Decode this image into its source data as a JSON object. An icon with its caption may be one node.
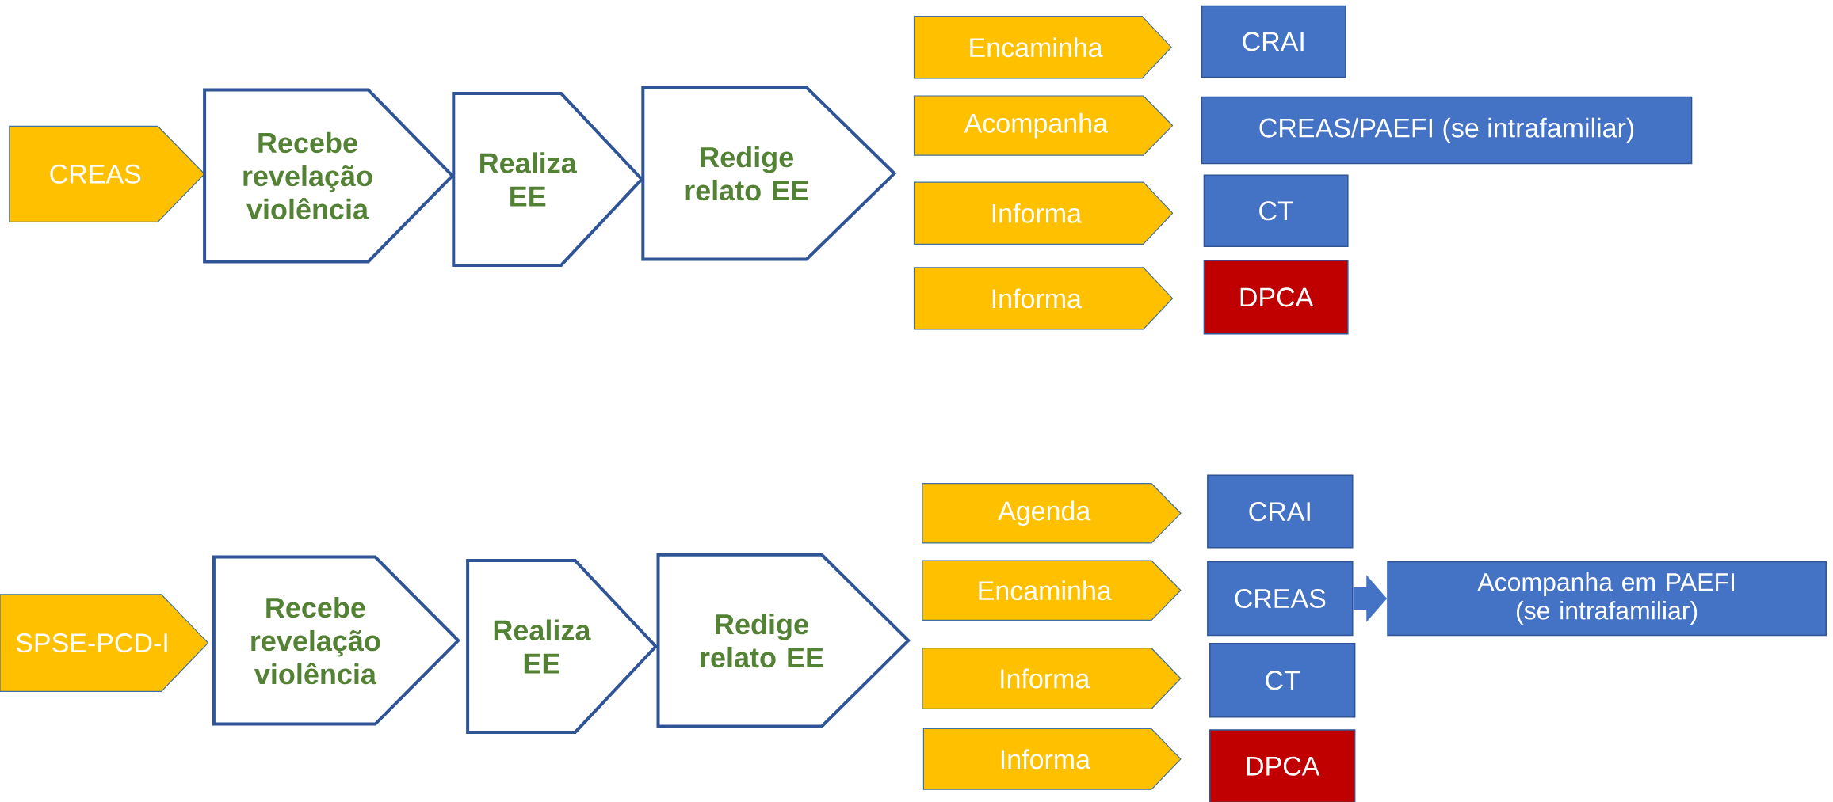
{
  "diagram": {
    "nodes": [
      {
        "text": [
          "CREAS"
        ]
      },
      {
        "text": [
          "Recebe revelação violência"
        ]
      },
      {
        "text": [
          "Realiza EE"
        ]
      },
      {
        "text": [
          "Redige relato EE"
        ]
      },
      {
        "text": [
          "Encaminha"
        ]
      },
      {
        "text": [
          "CRAI"
        ]
      },
      {
        "text": [
          "Acompanha"
        ]
      },
      {
        "text": [
          "CREAS/PAEFI (se intrafamiliar)"
        ]
      },
      {
        "text": [
          "Informa"
        ]
      },
      {
        "text": [
          "CT"
        ]
      },
      {
        "text": [
          "Informa"
        ]
      },
      {
        "text": [
          "DPCA"
        ]
      },
      {
        "text": [
          "SPSE-PCD-I"
        ]
      },
      {
        "text": [
          "Recebe revelação violência"
        ]
      },
      {
        "text": [
          "Realiza EE"
        ]
      },
      {
        "text": [
          "Redige relato EE"
        ]
      },
      {
        "text": [
          "Agenda"
        ]
      },
      {
        "text": [
          "CRAI"
        ]
      },
      {
        "text": [
          "Encaminha"
        ]
      },
      {
        "text": [
          "CREAS"
        ]
      },
      {
        "text": [
          "Acompanha em PAEFI (se intrafamiliar)"
        ]
      },
      {
        "text": [
          "Informa"
        ]
      },
      {
        "text": [
          "CT"
        ]
      },
      {
        "text": [
          "Informa"
        ]
      },
      {
        "text": [
          "DPCA"
        ]
      }
    ],
    "edges": [
      {
        "from": 19,
        "to": 20,
        "arrow": "to"
      }
    ]
  }
}
